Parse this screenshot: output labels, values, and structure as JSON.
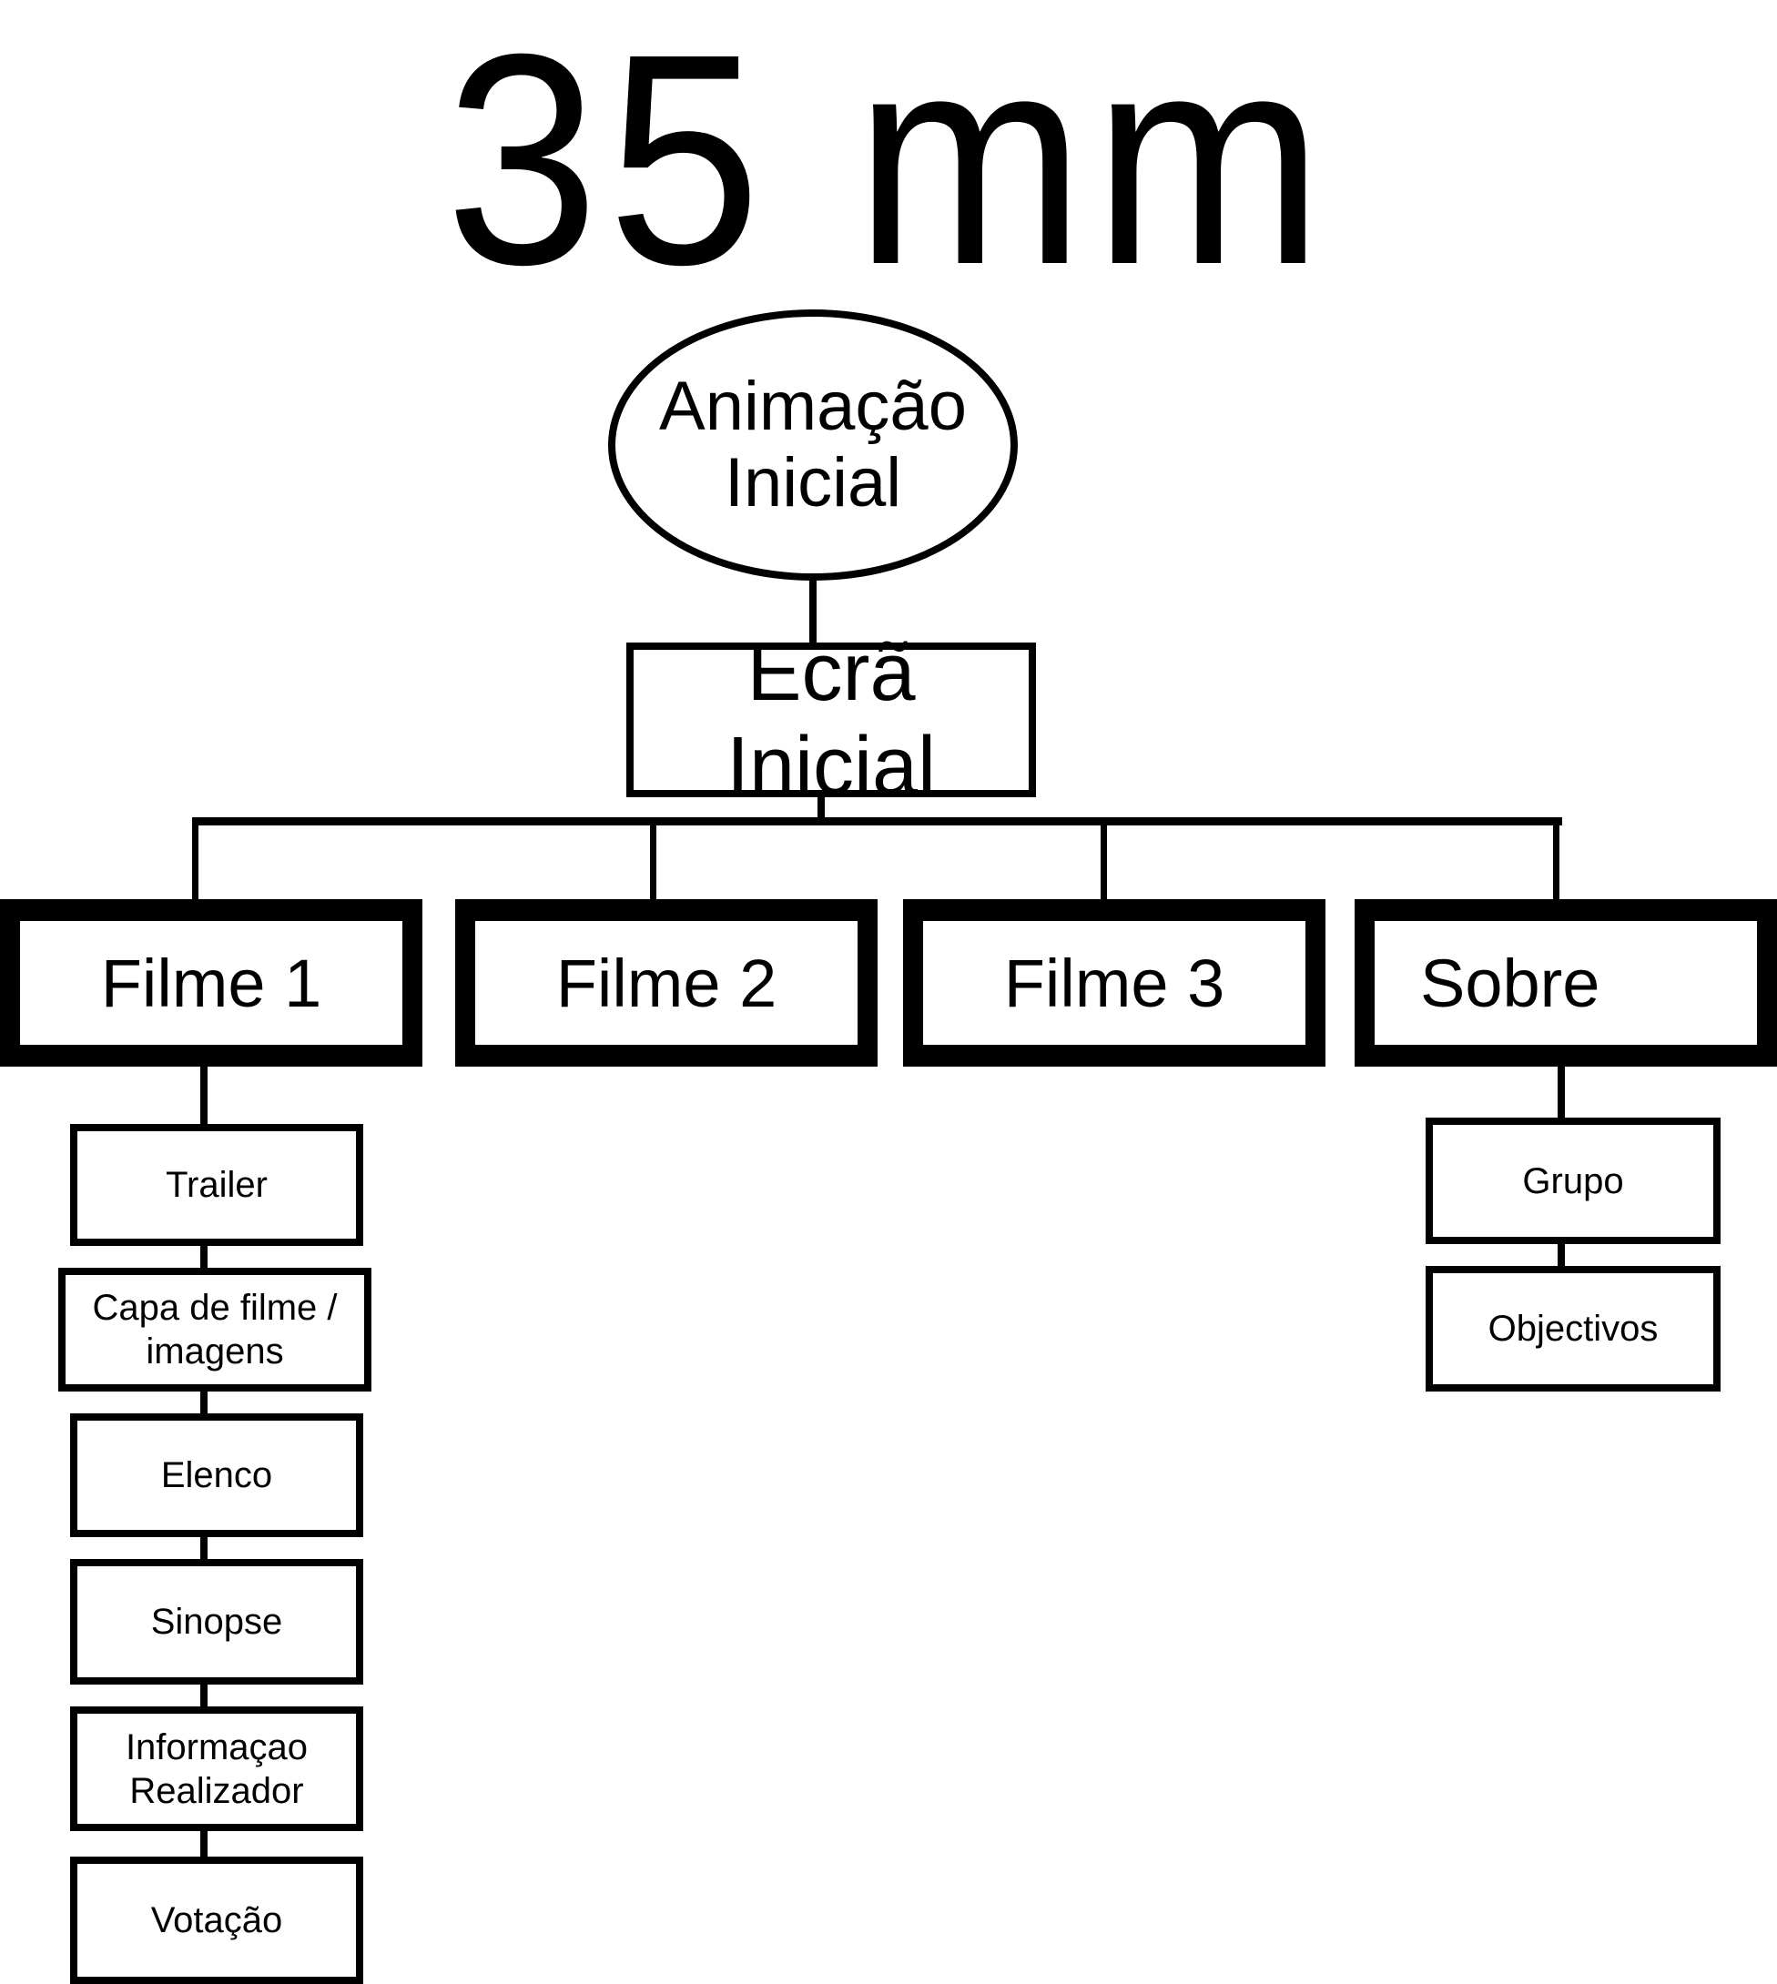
{
  "title": "35 mm",
  "start_node": {
    "label_line1": "Animação",
    "label_line2": "Inicial"
  },
  "home_node": {
    "label": "Ecrã Inicial"
  },
  "main_nodes": [
    {
      "label": "Filme 1"
    },
    {
      "label": "Filme 2"
    },
    {
      "label": "Filme 3"
    },
    {
      "label": "Sobre"
    }
  ],
  "filme1_children": [
    {
      "line1": "Trailer",
      "line2": ""
    },
    {
      "line1": "Capa de filme /",
      "line2": "imagens"
    },
    {
      "line1": "Elenco",
      "line2": ""
    },
    {
      "line1": "Sinopse",
      "line2": ""
    },
    {
      "line1": "Informaçao",
      "line2": "Realizador"
    },
    {
      "line1": "Votação",
      "line2": ""
    }
  ],
  "sobre_children": [
    {
      "line1": "Grupo"
    },
    {
      "line1": "Objectivos"
    }
  ]
}
